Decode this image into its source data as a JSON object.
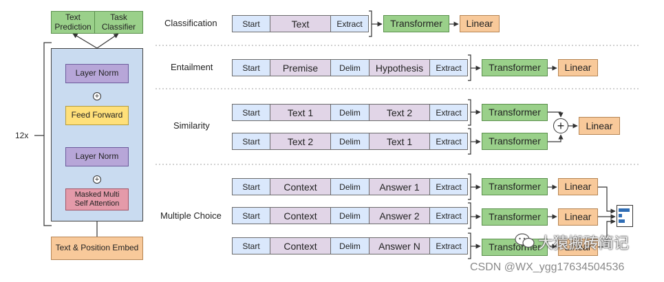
{
  "decoder": {
    "outputs": [
      {
        "id": "text-prediction",
        "label": "Text Prediction"
      },
      {
        "id": "task-classifier",
        "label": "Task Classifier"
      }
    ],
    "repeat_label": "12x",
    "layers": [
      {
        "id": "layer-norm-top",
        "label": "Layer Norm",
        "color": "#b7a6d8"
      },
      {
        "id": "feed-forward",
        "label": "Feed Forward",
        "color": "#ffe07a"
      },
      {
        "id": "layer-norm-bottom",
        "label": "Layer Norm",
        "color": "#b7a6d8"
      },
      {
        "id": "masked-attention",
        "label": "Masked Multi Self Attention",
        "color": "#e49aa9"
      }
    ],
    "embed": {
      "label": "Text & Position Embed",
      "color": "#f8c99a"
    },
    "block_color": "#c9dbf0",
    "plus_symbol": "+"
  },
  "colors": {
    "marker_segment": "#dae8fc",
    "text_segment": "#e1d5e7",
    "transformer": "#9ad08a",
    "linear": "#f8c99a"
  },
  "tasks": [
    {
      "id": "classification",
      "label": "Classification",
      "rows": [
        {
          "segments": [
            {
              "kind": "start",
              "label": "Start"
            },
            {
              "kind": "text",
              "label": "Text"
            },
            {
              "kind": "extract",
              "label": "Extract"
            }
          ],
          "transformer": "Transformer",
          "linear": "Linear"
        }
      ]
    },
    {
      "id": "entailment",
      "label": "Entailment",
      "rows": [
        {
          "segments": [
            {
              "kind": "start",
              "label": "Start"
            },
            {
              "kind": "text",
              "label": "Premise"
            },
            {
              "kind": "delim",
              "label": "Delim"
            },
            {
              "kind": "text",
              "label": "Hypothesis"
            },
            {
              "kind": "extract",
              "label": "Extract"
            }
          ],
          "transformer": "Transformer",
          "linear": "Linear"
        }
      ]
    },
    {
      "id": "similarity",
      "label": "Similarity",
      "rows": [
        {
          "segments": [
            {
              "kind": "start",
              "label": "Start"
            },
            {
              "kind": "text",
              "label": "Text 1"
            },
            {
              "kind": "delim",
              "label": "Delim"
            },
            {
              "kind": "text",
              "label": "Text 2"
            },
            {
              "kind": "extract",
              "label": "Extract"
            }
          ],
          "transformer": "Transformer"
        },
        {
          "segments": [
            {
              "kind": "start",
              "label": "Start"
            },
            {
              "kind": "text",
              "label": "Text 2"
            },
            {
              "kind": "delim",
              "label": "Delim"
            },
            {
              "kind": "text",
              "label": "Text 1"
            },
            {
              "kind": "extract",
              "label": "Extract"
            }
          ],
          "transformer": "Transformer"
        }
      ],
      "combine_symbol": "+",
      "shared_linear": "Linear"
    },
    {
      "id": "multiple-choice",
      "label": "Multiple Choice",
      "rows": [
        {
          "segments": [
            {
              "kind": "start",
              "label": "Start"
            },
            {
              "kind": "text",
              "label": "Context"
            },
            {
              "kind": "delim",
              "label": "Delim"
            },
            {
              "kind": "text",
              "label": "Answer 1"
            },
            {
              "kind": "extract",
              "label": "Extract"
            }
          ],
          "transformer": "Transformer",
          "linear": "Linear"
        },
        {
          "segments": [
            {
              "kind": "start",
              "label": "Start"
            },
            {
              "kind": "text",
              "label": "Context"
            },
            {
              "kind": "delim",
              "label": "Delim"
            },
            {
              "kind": "text",
              "label": "Answer 2"
            },
            {
              "kind": "extract",
              "label": "Extract"
            }
          ],
          "transformer": "Transformer",
          "linear": "Linear"
        },
        {
          "segments": [
            {
              "kind": "start",
              "label": "Start"
            },
            {
              "kind": "text",
              "label": "Context"
            },
            {
              "kind": "delim",
              "label": "Delim"
            },
            {
              "kind": "text",
              "label": "Answer N"
            },
            {
              "kind": "extract",
              "label": "Extract"
            }
          ],
          "transformer": "Transformer",
          "linear": "Linear"
        }
      ]
    }
  ],
  "watermark": {
    "icon": "wechat-icon",
    "text": "大猿搬砖简记"
  },
  "credit": "CSDN @WX_ygg17634504536"
}
